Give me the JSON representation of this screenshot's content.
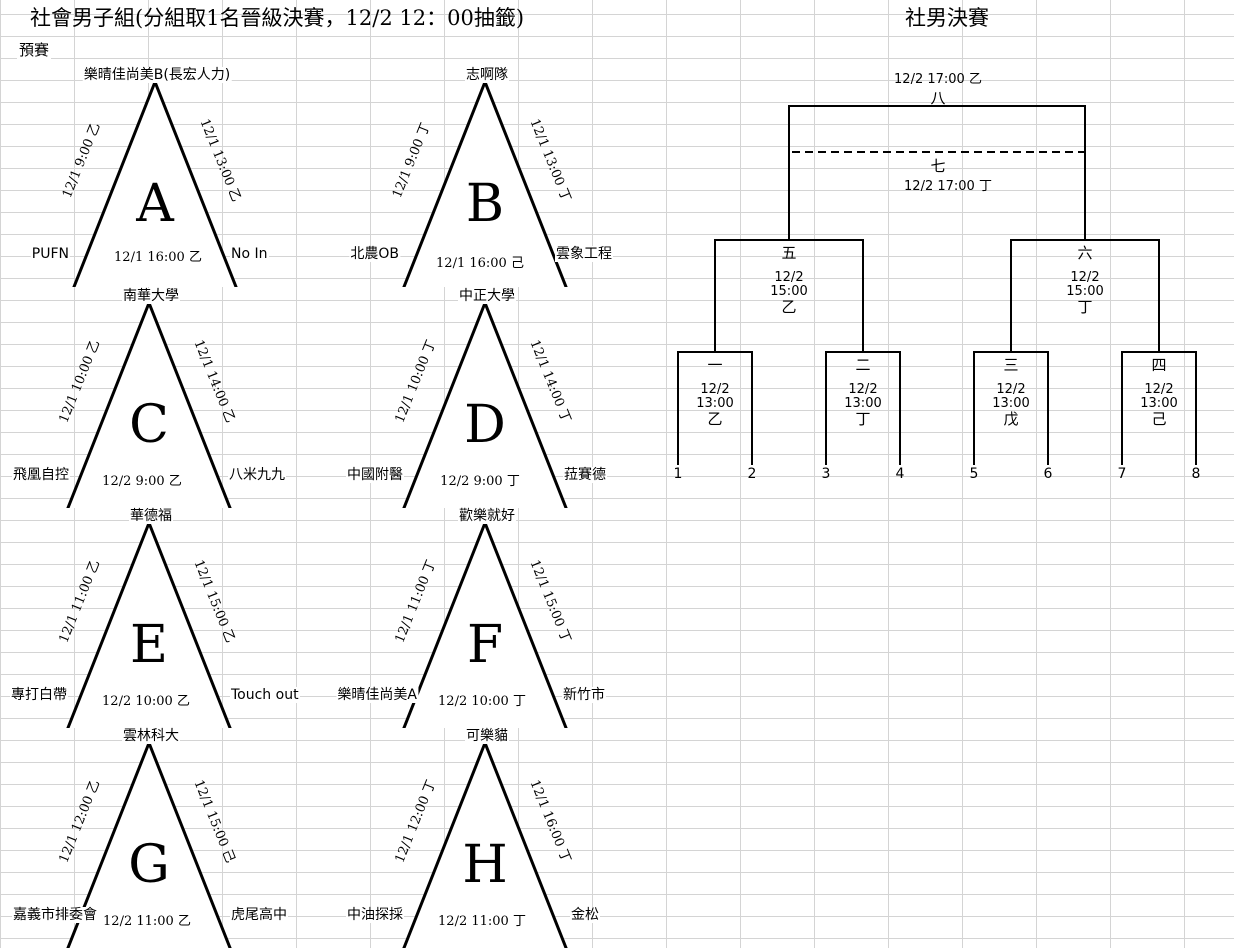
{
  "header": {
    "title": "社會男子組(分組取1名晉級決賽，12/2 12：00抽籤)",
    "final_title": "社男決賽",
    "prelim_label": "預賽"
  },
  "groups": [
    {
      "letter": "A",
      "top": "樂晴佳尚美B(長宏人力)",
      "left": "PUFN",
      "right": "No In",
      "left_side": "12/1  9:00 乙",
      "right_side": "12/1  13:00 乙",
      "bottom_side": "12/1  16:00 乙"
    },
    {
      "letter": "B",
      "top": "志啊隊",
      "left": "北農OB",
      "right": "雲象工程",
      "left_side": "12/1  9:00 丁",
      "right_side": "12/1  13:00 丁",
      "bottom_side": "12/1  16:00 己"
    },
    {
      "letter": "C",
      "top": "南華大學",
      "left": "飛凰自控",
      "right": "八米九九",
      "left_side": "12/1  10:00 乙",
      "right_side": "12/1  14:00 乙",
      "bottom_side": "12/2  9:00 乙"
    },
    {
      "letter": "D",
      "top": "中正大學",
      "left": "中國附醫",
      "right": "菈賽德",
      "left_side": "12/1  10:00 丁",
      "right_side": "12/1  14:00 丁",
      "bottom_side": "12/2  9:00 丁"
    },
    {
      "letter": "E",
      "top": "華德福",
      "left": "專打白帶",
      "right": "Touch out",
      "left_side": "12/1  11:00 乙",
      "right_side": "12/1  15:00 乙",
      "bottom_side": "12/2  10:00 乙"
    },
    {
      "letter": "F",
      "top": "歡樂就好",
      "left": "樂晴佳尚美A",
      "right": "新竹市",
      "left_side": "12/1  11:00 丁",
      "right_side": "12/1  15:00 丁",
      "bottom_side": "12/2  10:00 丁"
    },
    {
      "letter": "G",
      "top": "雲林科大",
      "left": "嘉義市排委會",
      "right": "虎尾高中",
      "left_side": "12/1  12:00 乙",
      "right_side": "12/1  15:00 己",
      "bottom_side": "12/2  11:00 乙"
    },
    {
      "letter": "H",
      "top": "可樂貓",
      "left": "中油探採",
      "right": "金松",
      "left_side": "12/1  12:00 丁",
      "right_side": "12/1  16:00 丁",
      "bottom_side": "12/2  11:00 丁"
    }
  ],
  "bracket": {
    "slots": [
      "1",
      "2",
      "3",
      "4",
      "5",
      "6",
      "7",
      "8"
    ],
    "first_round": [
      {
        "label": "一",
        "date": "12/2",
        "time": "13:00",
        "court": "乙"
      },
      {
        "label": "二",
        "date": "12/2",
        "time": "13:00",
        "court": "丁"
      },
      {
        "label": "三",
        "date": "12/2",
        "time": "13:00",
        "court": "戊"
      },
      {
        "label": "四",
        "date": "12/2",
        "time": "13:00",
        "court": "己"
      }
    ],
    "semis": [
      {
        "label": "五",
        "date": "12/2",
        "time": "15:00",
        "court": "乙"
      },
      {
        "label": "六",
        "date": "12/2",
        "time": "15:00",
        "court": "丁"
      }
    ],
    "final": {
      "label": "八",
      "schedule": "12/2  17:00 乙"
    },
    "third_place": {
      "label": "七",
      "schedule": "12/2  17:00 丁"
    }
  }
}
